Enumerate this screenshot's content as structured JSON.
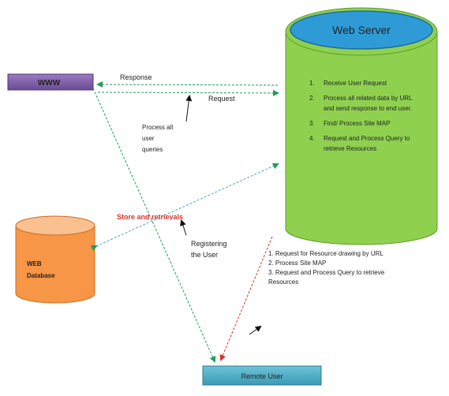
{
  "nodes": {
    "www": "WWW",
    "web_server": "Web Server",
    "database_line1": "WEB",
    "database_line2": "Database",
    "remote_user": "Remote User"
  },
  "server_steps": [
    {
      "num": "1.",
      "lines": [
        "Receive User Request"
      ]
    },
    {
      "num": "2.",
      "lines": [
        "Process all related data by URL",
        "and send response to end user."
      ]
    },
    {
      "num": "3.",
      "lines": [
        "Find/ Process Site MAP"
      ]
    },
    {
      "num": "4.",
      "lines": [
        "Request and Process Query to",
        "retrieve Resources"
      ]
    }
  ],
  "remote_steps": [
    "1. Request for Resource drawing by URL",
    "2. Process Site MAP",
    "3. Request and Process Query to retrieve",
    "Resources"
  ],
  "edge_labels": {
    "response": "Response",
    "request": "Request",
    "process_queries": [
      "Process all",
      "user",
      "queries"
    ],
    "store_retrievals": "Store and retrievals",
    "registering": [
      "Registering",
      "the User"
    ]
  },
  "colors": {
    "www_fill": "#7b5aa6",
    "server_fill": "#8fd14f",
    "server_top": "#2e9bd6",
    "db_fill": "#f79646",
    "remote_fill": "#4bacc6",
    "green_arrow": "#1f9e5a",
    "red_arrow": "#d9312b",
    "highlight_text": "#d9312b"
  }
}
